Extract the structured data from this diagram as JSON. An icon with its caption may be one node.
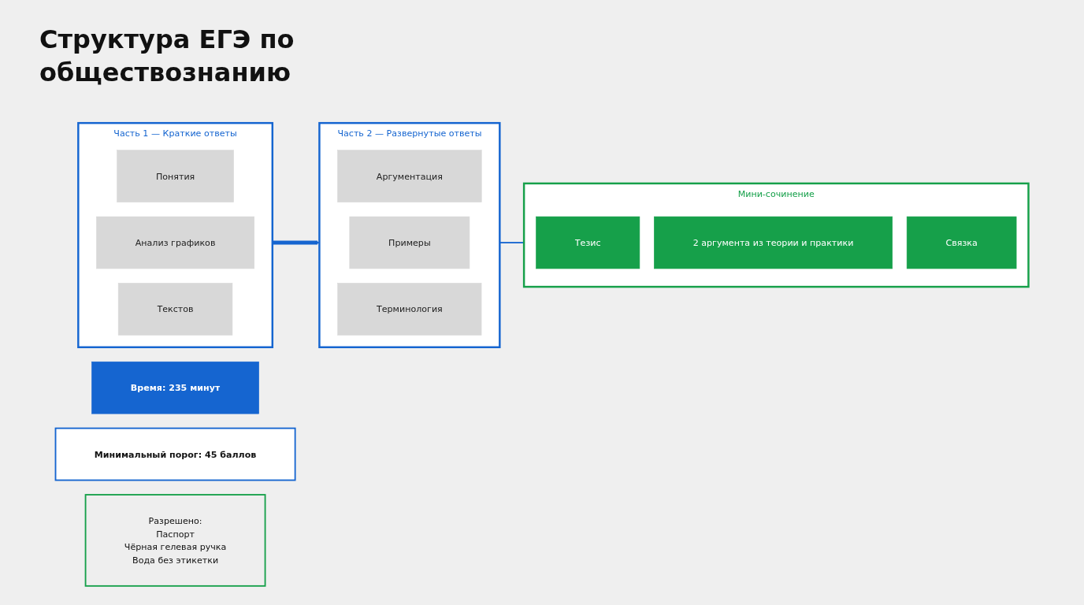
{
  "diagram": {
    "title": "Структура ЕГЭ по обществознанию",
    "nodes": [
      {
        "text": [
          "Время: 235 минут"
        ]
      },
      {
        "text": [
          "Минимальный порог: 45 баллов"
        ]
      },
      {
        "text": [
          "Часть 1 — Краткие ответы"
        ]
      },
      {
        "text": [
          "Понятия"
        ],
        "in": 2
      },
      {
        "text": [
          "Анализ графиков"
        ],
        "in": 2
      },
      {
        "text": [
          "Текстов"
        ],
        "in": 2
      },
      {
        "text": [
          "Часть 2 — Развернутые ответы"
        ]
      },
      {
        "text": [
          "Аргументация"
        ],
        "in": 6
      },
      {
        "text": [
          "Примеры"
        ],
        "in": 6
      },
      {
        "text": [
          "Терминология"
        ],
        "in": 6
      },
      {
        "text": [
          "Мини-сочинение"
        ]
      },
      {
        "text": [
          "Тезис"
        ],
        "in": 10
      },
      {
        "text": [
          "2 аргумента из теории и практики"
        ],
        "in": 10
      },
      {
        "text": [
          "Связка"
        ],
        "in": 10
      },
      {
        "text": [
          "Разрешено:",
          "Паспорт",
          "Чёрная гелевая ручка",
          "Вода без этикетки"
        ]
      }
    ],
    "edges": [
      {
        "from": 2,
        "to": 6,
        "arrow": "to",
        "style": "thick"
      },
      {
        "from": 6,
        "to": 10,
        "arrow": "none"
      }
    ]
  }
}
